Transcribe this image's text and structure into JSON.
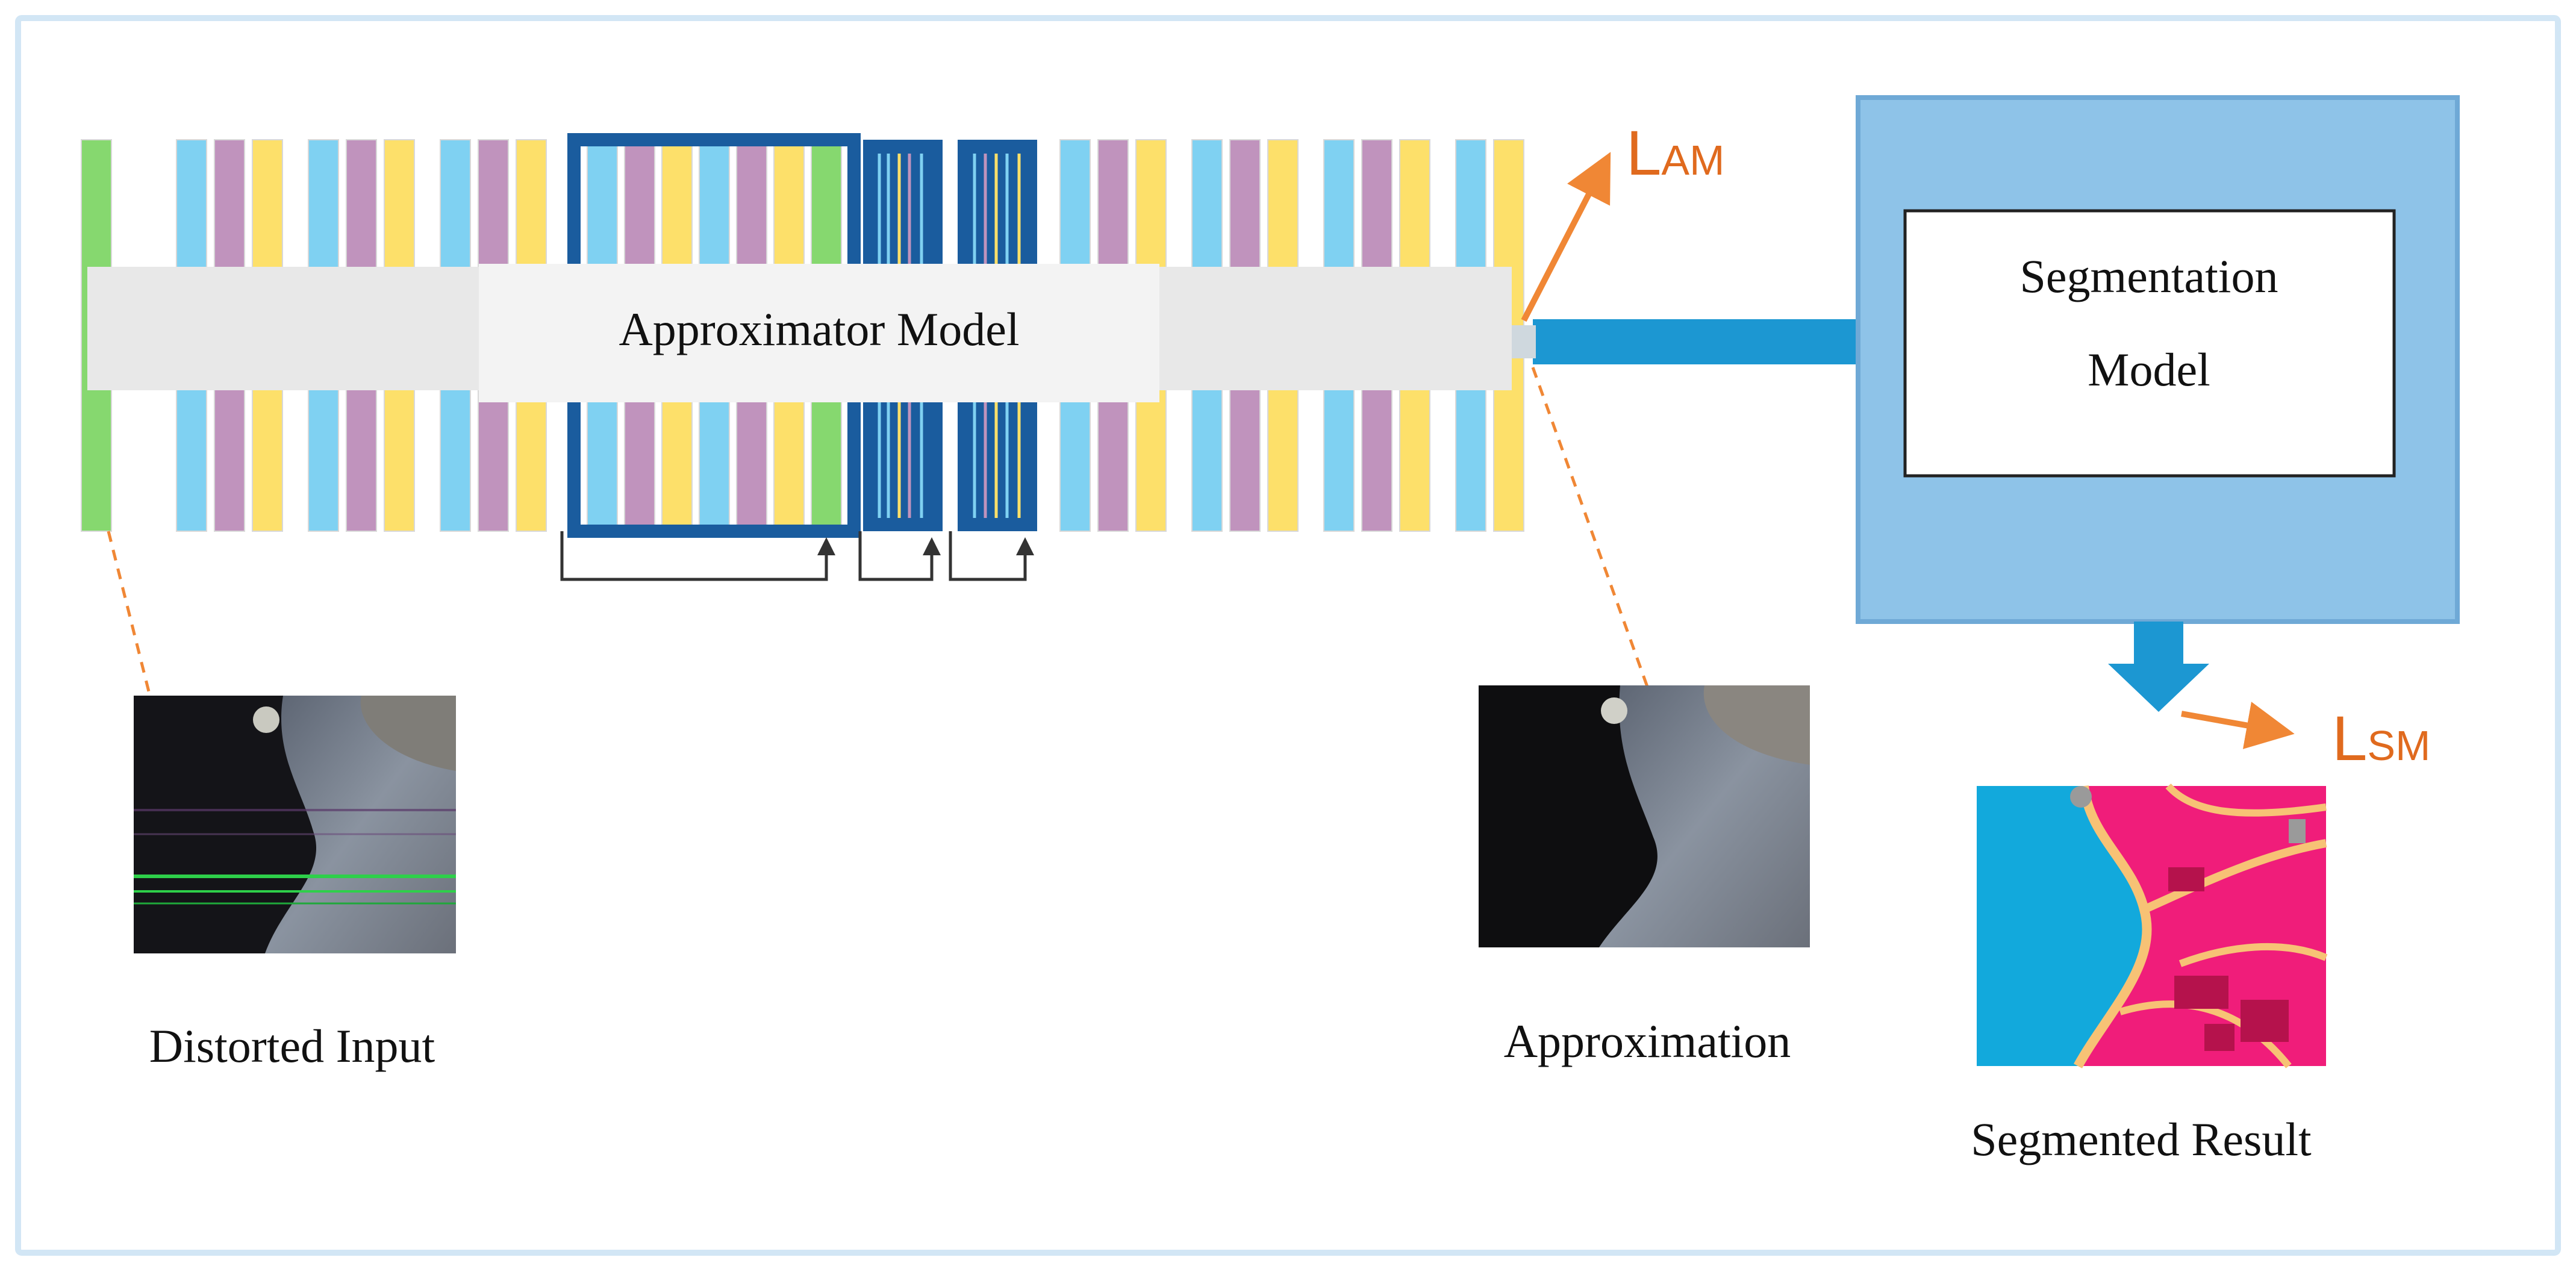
{
  "diagram": {
    "approximator_label": "Approximator Model",
    "segmentation_label_line1": "Segmentation",
    "segmentation_label_line2": "Model",
    "loss_am": {
      "main": "L",
      "sub": "AM"
    },
    "loss_sm": {
      "main": "L",
      "sub": "SM"
    },
    "distorted_label": "Distorted Input",
    "approximation_label": "Approximation",
    "segmented_label": "Segmented Result"
  },
  "colors": {
    "frame": "#d2e6f5",
    "layer_blue": "#7fd1f2",
    "layer_purple": "#c093bd",
    "layer_yellow": "#fde06a",
    "layer_green": "#86d86f",
    "block_dark": "#1a5c9e",
    "segmentation_outer": "#8ec3e8",
    "connector": "#1c97d2",
    "loss_arrow": "#f08735",
    "loss_text": "#e06a1e",
    "approx_band": "#e8e8e8",
    "approx_label_box": "#f3f3f3",
    "seg_water": "#12a9dc",
    "seg_land": "#f01d7a",
    "seg_roads": "#f7c275",
    "seg_buildings": "#b5124c"
  }
}
